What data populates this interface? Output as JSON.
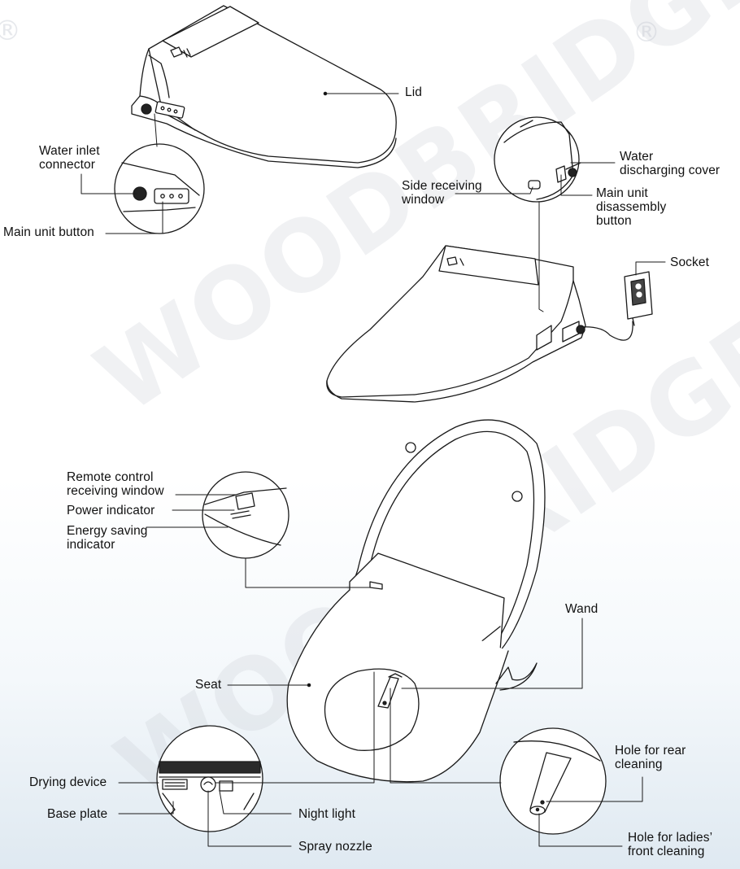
{
  "watermark": {
    "text": "WOODBRIDGE",
    "registered": "®"
  },
  "labels": {
    "lid": "Lid",
    "water_inlet_connector": "Water inlet\nconnector",
    "main_unit_button": "Main unit button",
    "water_discharging_cover": "Water\ndischarging cover",
    "side_receiving_window": "Side receiving\nwindow",
    "main_unit_disassembly_button": "Main unit\ndisassembly\nbutton",
    "socket": "Socket",
    "remote_control_receiving_window": "Remote control\nreceiving window",
    "power_indicator": "Power indicator",
    "energy_saving_indicator": "Energy saving\nindicator",
    "wand": "Wand",
    "seat": "Seat",
    "hole_for_rear_cleaning": "Hole for rear\ncleaning",
    "drying_device": "Drying device",
    "base_plate": "Base plate",
    "night_light": "Night light",
    "spray_nozzle": "Spray nozzle",
    "hole_for_ladies_front_cleaning": "Hole for ladies’\nfront cleaning"
  },
  "colors": {
    "line": "#1a1a1a",
    "shade": "#2a2a2a",
    "watermark": "#c8cdd4"
  }
}
